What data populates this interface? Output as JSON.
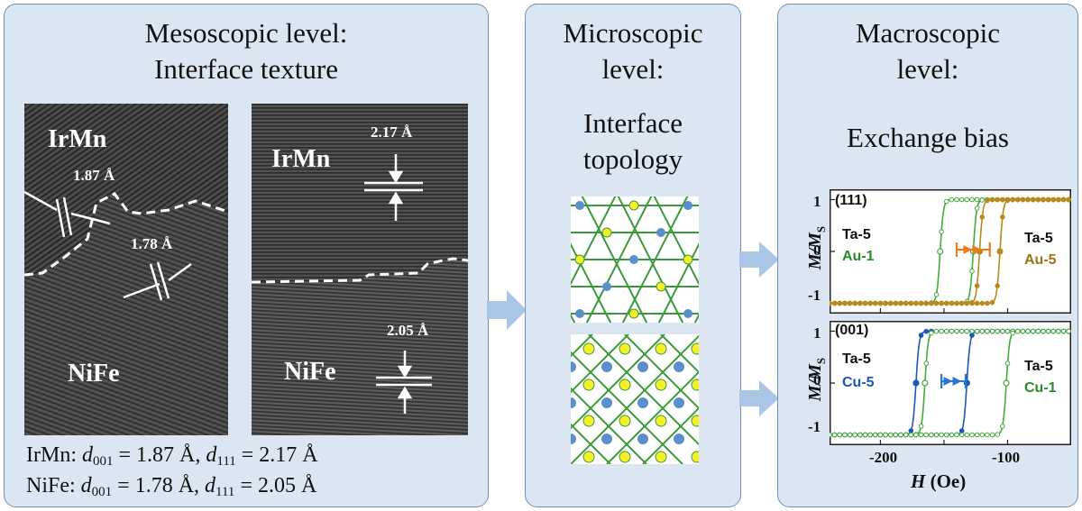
{
  "panels": {
    "meso": {
      "title1": "Mesoscopic level:",
      "title2": "Interface texture",
      "image1": {
        "top_label": "IrMn",
        "bottom_label": "NiFe",
        "spacing1": "1.87 Å",
        "spacing2": "1.78 Å"
      },
      "image2": {
        "top_label": "IrMn",
        "bottom_label": "NiFe",
        "spacing1": "2.17 Å",
        "spacing2": "2.05 Å"
      },
      "line1": {
        "mat": "IrMn:",
        "d": "d",
        "sub1": "001",
        "v1": " = 1.87 Å, ",
        "sub2": "111",
        "v2": " = 2.17 Å"
      },
      "line2": {
        "mat": "NiFe:",
        "d": "d",
        "sub1": "001",
        "v1": " = 1.78 Å, ",
        "sub2": "111",
        "v2": " = 2.05 Å"
      }
    },
    "micro": {
      "title1": "Microscopic",
      "title2": "level:",
      "title3": "Interface",
      "title4": "topology"
    },
    "macro": {
      "title1": "Macroscopic",
      "title2": "level:",
      "title3": "Exchange bias"
    }
  },
  "colors": {
    "panel_bg": "#dce6f2",
    "panel_border": "#6e8fb5",
    "lattice_green": "#3a9a3a",
    "lattice_yellow": "#f5f028",
    "lattice_blue": "#5b8fcc",
    "arrow": "#a9c6e6",
    "au1": "#44a83a",
    "au5": "#b88a1c",
    "cu5": "#1a58b8",
    "cu1": "#44a83a",
    "shift_orange": "#f07a1a",
    "shift_blue": "#2878d0"
  },
  "chart_data": [
    {
      "type": "line",
      "panel_label": "(111)",
      "ylabel_main": "M/M",
      "ylabel_sub": "S",
      "xlim": [
        -240,
        -50
      ],
      "ylim": [
        -1.2,
        1.2
      ],
      "yticks": [
        "1",
        "0",
        "-1"
      ],
      "series": [
        {
          "name": "Au-1",
          "descending_coercive": -153,
          "ascending_coercive": -127
        },
        {
          "name": "Au-5",
          "descending_coercive": -122,
          "ascending_coercive": -106
        }
      ],
      "annotations": {
        "left_top": "Ta-5",
        "left_bottom": "Au-1",
        "right_top": "Ta-5",
        "right_bottom": "Au-5"
      }
    },
    {
      "type": "line",
      "panel_label": "(001)",
      "ylabel_main": "M/M",
      "ylabel_sub": "S",
      "xlim": [
        -240,
        -50
      ],
      "ylim": [
        -1.2,
        1.2
      ],
      "yticks": [
        "1",
        "0",
        "-1"
      ],
      "xticks": [
        "-200",
        "-100"
      ],
      "xlabel_main": "H",
      "xlabel_unit": " (Oe)",
      "series": [
        {
          "name": "Cu-5",
          "descending_coercive": -172,
          "ascending_coercive": -132
        },
        {
          "name": "Cu-1",
          "descending_coercive": -165,
          "ascending_coercive": -101
        }
      ],
      "annotations": {
        "left_top": "Ta-5",
        "left_bottom": "Cu-5",
        "right_top": "Ta-5",
        "right_bottom": "Cu-1"
      }
    }
  ]
}
